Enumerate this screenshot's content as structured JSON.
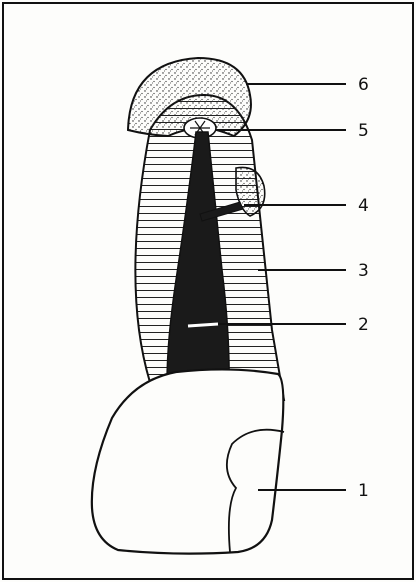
{
  "figure": {
    "labels": [
      {
        "id": "6",
        "text": "6"
      },
      {
        "id": "5",
        "text": "5"
      },
      {
        "id": "4",
        "text": "4"
      },
      {
        "id": "3",
        "text": "3"
      },
      {
        "id": "2",
        "text": "2"
      },
      {
        "id": "1",
        "text": "1"
      }
    ],
    "colors": {
      "paper": "#fdfdfb",
      "ink": "#111111",
      "pulp": "#1a1a1a"
    }
  }
}
